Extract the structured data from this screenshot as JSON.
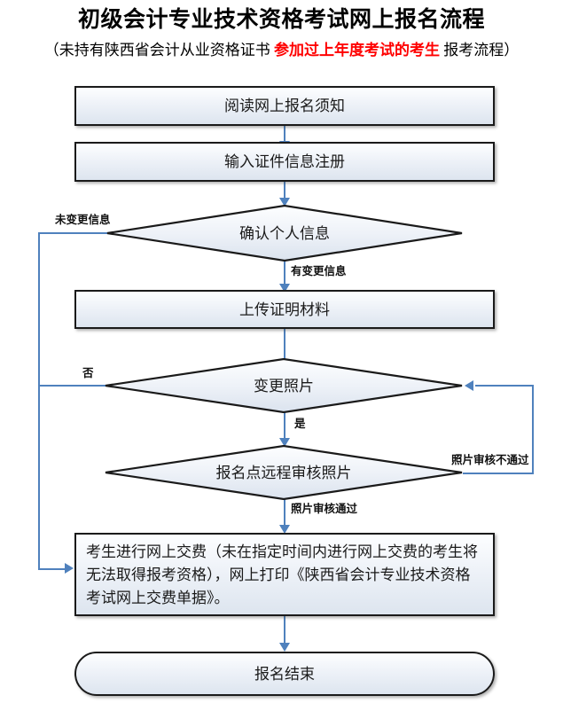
{
  "header": {
    "title": "初级会计专业技术资格考试网上报名流程",
    "subtitle_prefix": "（未持有陕西省会计从业资格证书 ",
    "subtitle_highlight": "参加过上年度考试的考生",
    "subtitle_suffix": " 报考流程）"
  },
  "colors": {
    "connector": "#4f81bd",
    "shape_border": "#1a1a1a",
    "shape_fill_top": "#fdfeff",
    "shape_fill_bottom": "#dde5ef",
    "highlight_text": "#ff0000"
  },
  "nodes": {
    "read_notice": {
      "label": "阅读网上报名须知",
      "type": "process"
    },
    "register_id": {
      "label": "输入证件信息注册",
      "type": "process"
    },
    "confirm_info": {
      "label": "确认个人信息",
      "type": "decision"
    },
    "upload_docs": {
      "label": "上传证明材料",
      "type": "process"
    },
    "change_photo": {
      "label": "变更照片",
      "type": "decision"
    },
    "remote_review": {
      "label": "报名点远程审核照片",
      "type": "decision"
    },
    "online_payment": {
      "label": "考生进行网上交费（未在指定时间内进行网上交费的考生将无法取得报考资格），网上打印《陕西省会计专业技术资格考试网上交费单据》。",
      "type": "process-text"
    },
    "end": {
      "label": "报名结束",
      "type": "terminator"
    }
  },
  "edge_labels": {
    "no_change": "未变更信息",
    "has_change": "有变更信息",
    "photo_no": "否",
    "photo_yes": "是",
    "review_fail": "照片审核不通过",
    "review_pass": "照片审核通过"
  }
}
